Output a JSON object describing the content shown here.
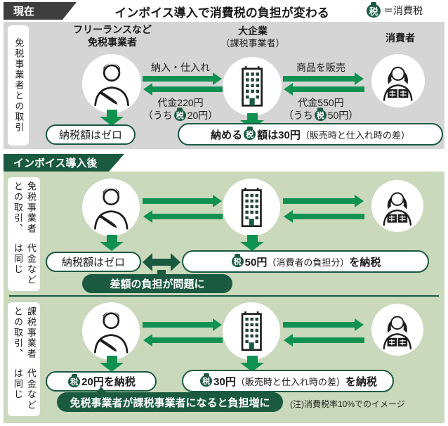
{
  "colors": {
    "accent_green": "#0f9251",
    "dark_green": "#1a5a40",
    "panel_gray": "#d5d5d5",
    "panel_green": "#cad8bb",
    "tab_dark": "#3e3e3e"
  },
  "icons": {
    "tax_bag": "税"
  },
  "header": {
    "tab_label": "現在",
    "title": "インボイス導入で消費税の負担が変わる",
    "legend_equals": "＝消費税"
  },
  "current": {
    "side_label": "免税事業者との取引",
    "freelancer_line1": "フリーランスなど",
    "freelancer_line2": "免税事業者",
    "company_line1": "大企業",
    "company_line2": "（課税事業者）",
    "consumer_label": "消費者",
    "flow_supply": {
      "label": "納入・仕入れ",
      "price": "代金220円",
      "tax_pre": "（うち",
      "tax_post": "20円）"
    },
    "flow_sell": {
      "label": "商品を販売",
      "price": "代金550円",
      "tax_pre": "（うち",
      "tax_post": "50円）"
    },
    "pill_zero": "納税額はゼロ",
    "pill_pay_bold1": "納める",
    "pill_pay_bold2": "額は30円",
    "pill_pay_note": "（販売時と仕入れ時の差）"
  },
  "after": {
    "tab_label": "インボイス導入後",
    "exempt": {
      "side_col1": "免税事業者との取引、",
      "side_col2": "代金などは同じ",
      "pill_zero": "納税額はゼロ",
      "pill_pay_amount": "50円",
      "pill_pay_note": "（消費者の負担分）",
      "pill_pay_suffix": "を納税",
      "problem": "差額の負担が問題に"
    },
    "taxable": {
      "side_col1": "課税事業者との取引、",
      "side_col2": "代金などは同じ",
      "pill_pay1": "20円を納税",
      "pill_pay2_amount": "30円",
      "pill_pay2_note": "（販売時と仕入れ時の差）",
      "pill_pay2_suffix": "を納税",
      "increase": "免税事業者が課税事業者になると負担増に",
      "footnote": "(注)消費税率10%でのイメージ"
    }
  }
}
